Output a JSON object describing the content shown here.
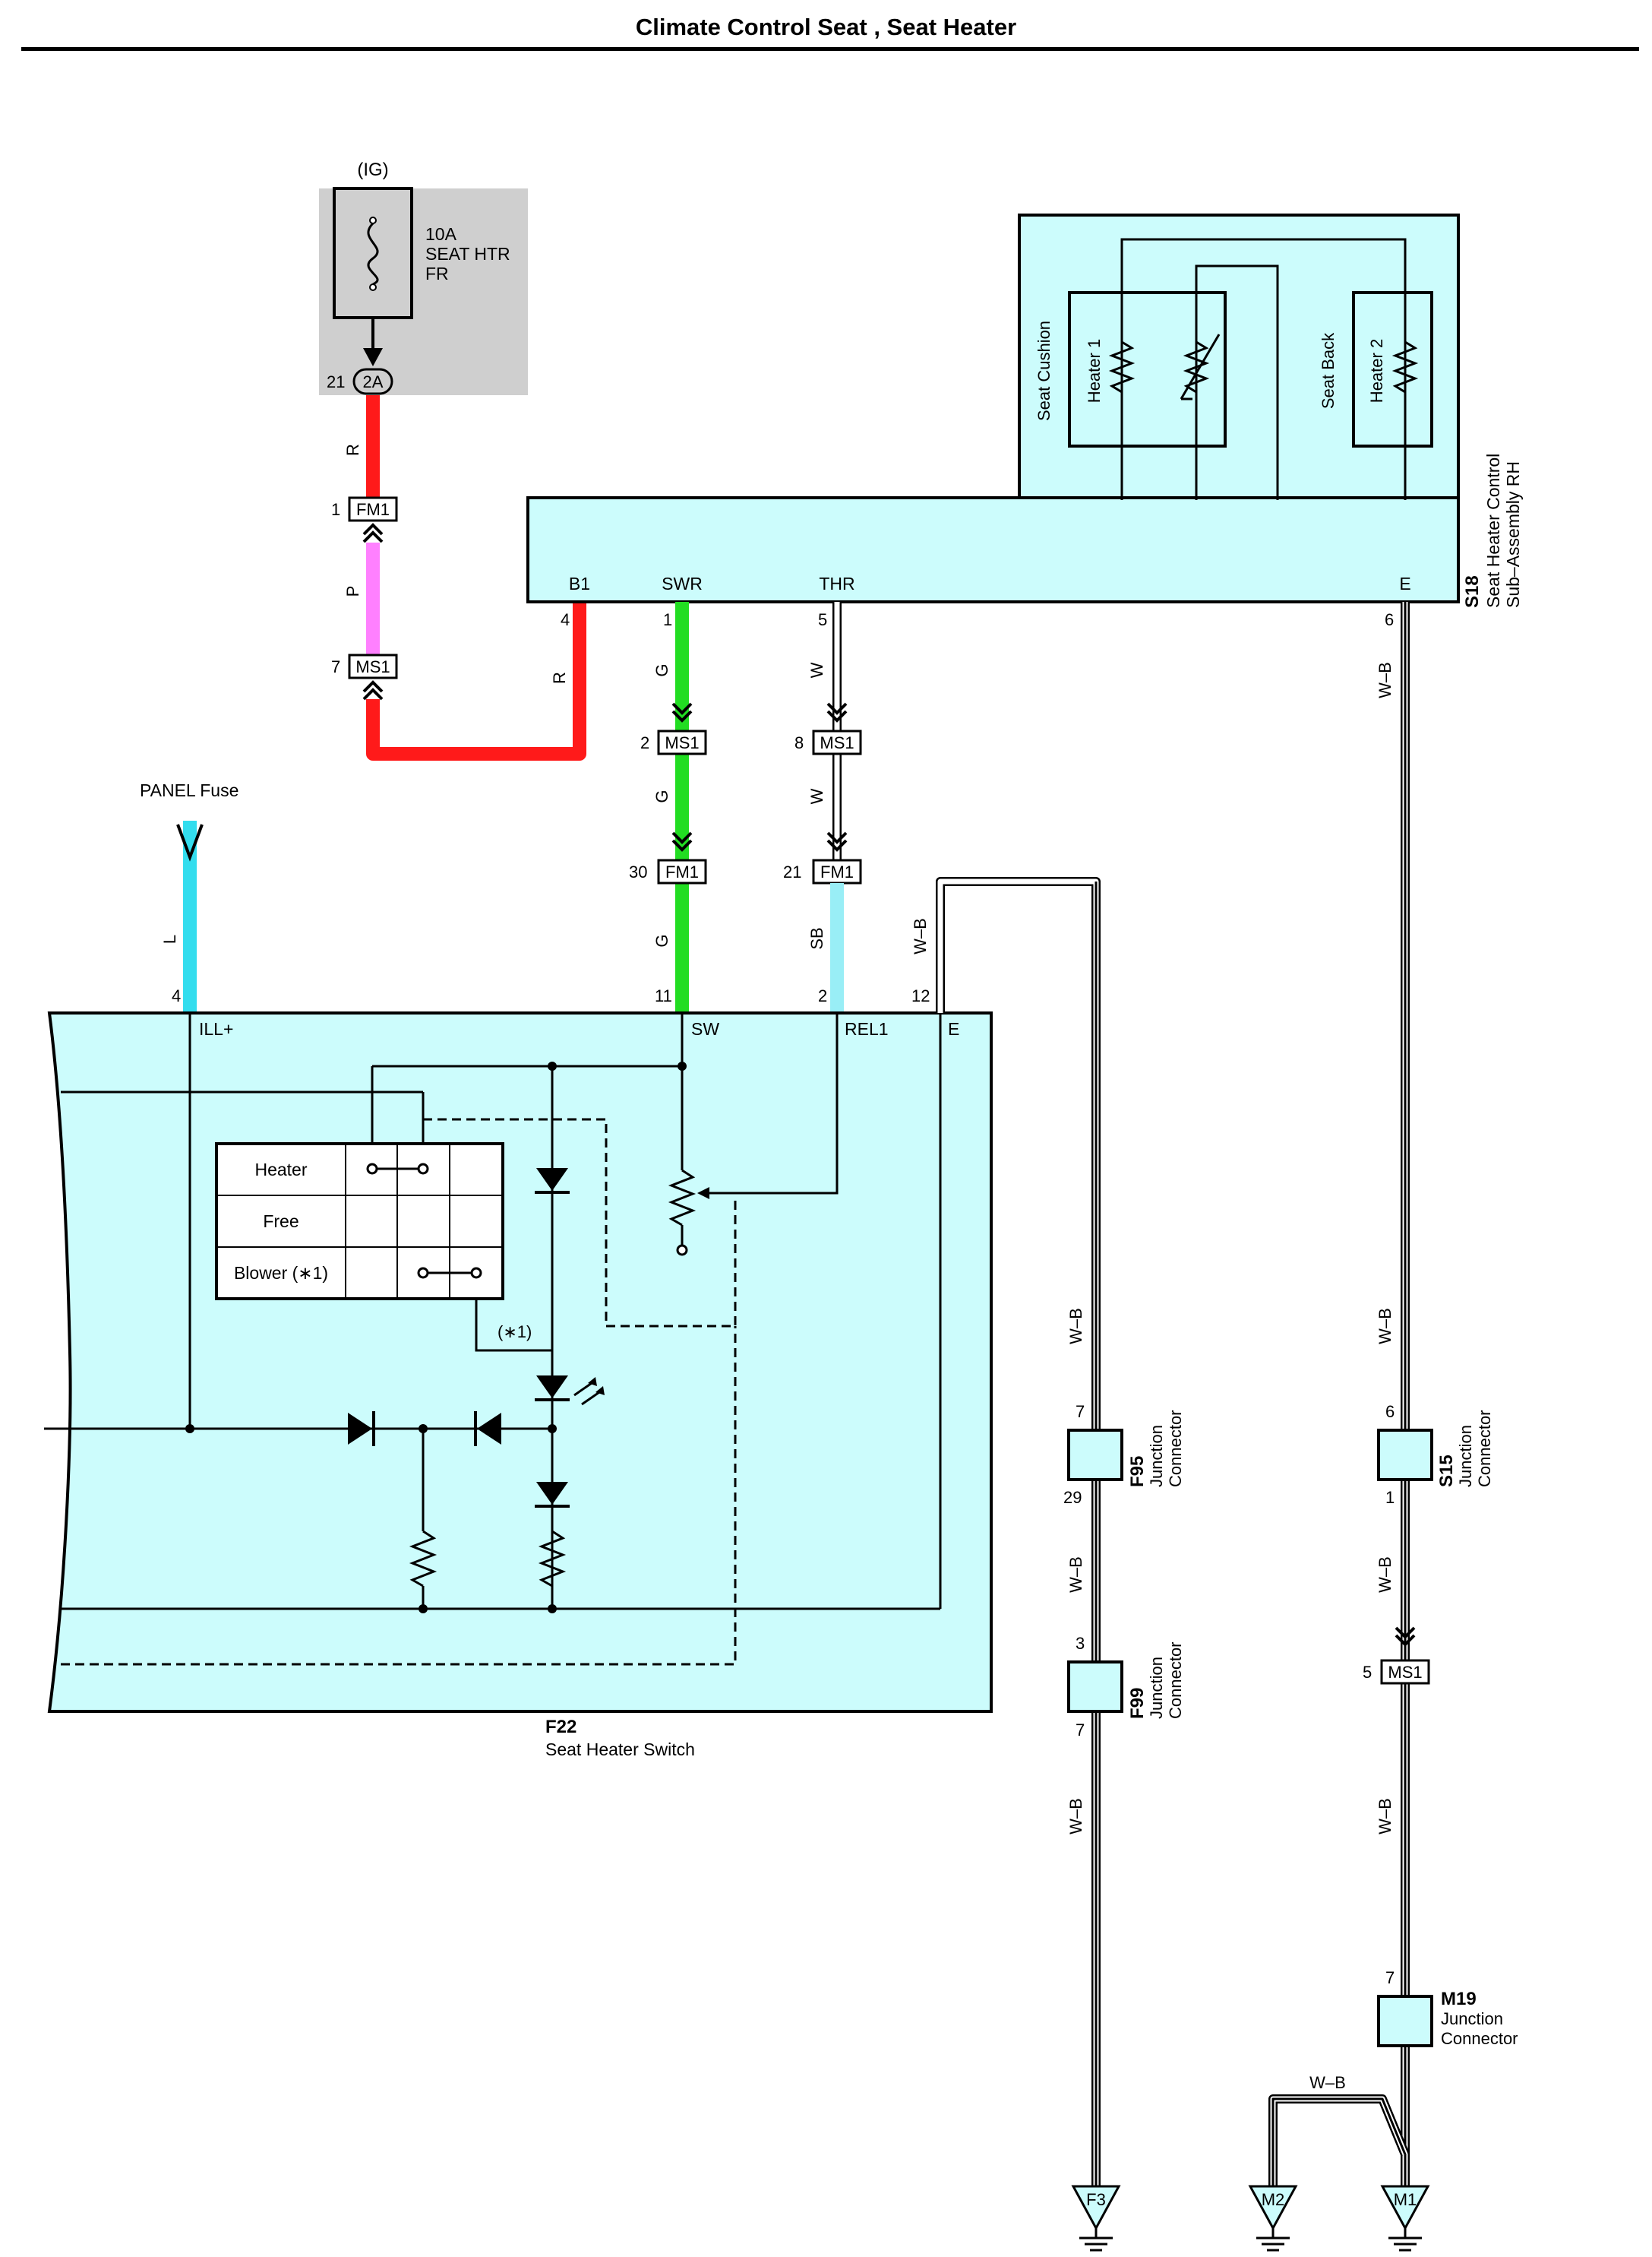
{
  "title": "Climate Control Seat , Seat Heater",
  "fuse": {
    "source": "(IG)",
    "rating": "10A",
    "name_line1": "SEAT HTR",
    "name_line2": "FR",
    "junction_pin": "21",
    "junction_id": "2A"
  },
  "panel_fuse": "PANEL Fuse",
  "wire_colors": {
    "R": "R",
    "P": "P",
    "G": "G",
    "W": "W",
    "L": "L",
    "SB": "SB",
    "WB": "W–B"
  },
  "connectors": {
    "fm1_top": {
      "pin": "1",
      "id": "FM1"
    },
    "ms1_top": {
      "pin": "7",
      "id": "MS1"
    },
    "ms1_g": {
      "pin": "2",
      "id": "MS1"
    },
    "ms1_w": {
      "pin": "8",
      "id": "MS1"
    },
    "fm1_g": {
      "pin": "30",
      "id": "FM1"
    },
    "fm1_sb": {
      "pin": "21",
      "id": "FM1"
    },
    "ms1_e": {
      "pin": "5",
      "id": "MS1"
    }
  },
  "s18": {
    "code": "S18",
    "name_line1": "Seat Heater Control",
    "name_line2": "Sub–Assembly RH",
    "seat_cushion": "Seat Cushion",
    "seat_back": "Seat Back",
    "heater1": "Heater 1",
    "heater2": "Heater 2",
    "terminals": {
      "b1": "B1",
      "swr": "SWR",
      "thr": "THR",
      "e": "E"
    },
    "pins": {
      "b1": "4",
      "swr": "1",
      "thr": "5",
      "e": "6"
    }
  },
  "f22": {
    "code": "F22",
    "name": "Seat Heater Switch",
    "terminals": {
      "ill": "ILL+",
      "sw": "SW",
      "rel1": "REL1",
      "e": "E"
    },
    "pins": {
      "ill": "4",
      "sw": "11",
      "rel1": "2",
      "e": "12"
    },
    "modes": {
      "heater": "Heater",
      "free": "Free",
      "blower": "Blower (∗1)"
    },
    "note": "(∗1)"
  },
  "f95": {
    "code": "F95",
    "line1": "Junction",
    "line2": "Connector",
    "pin_in": "7",
    "pin_out": "29"
  },
  "f99": {
    "code": "F99",
    "line1": "Junction",
    "line2": "Connector",
    "pin_in": "3",
    "pin_out": "7"
  },
  "s15": {
    "code": "S15",
    "line1": "Junction",
    "line2": "Connector",
    "pin_in": "6",
    "pin_out": "1"
  },
  "m19": {
    "code": "M19",
    "line1": "Junction",
    "line2": "Connector",
    "pin_in": "7"
  },
  "grounds": {
    "f3": "F3",
    "m2": "M2",
    "m1": "M1"
  },
  "colors": {
    "red": "#ff1a1a",
    "pink": "#ff80ff",
    "green": "#22dd22",
    "cyan": "#33ddee",
    "sky": "#99eef6",
    "panel": "#ccfcfc",
    "fusebox": "#cfcfcf",
    "black": "#000000"
  }
}
